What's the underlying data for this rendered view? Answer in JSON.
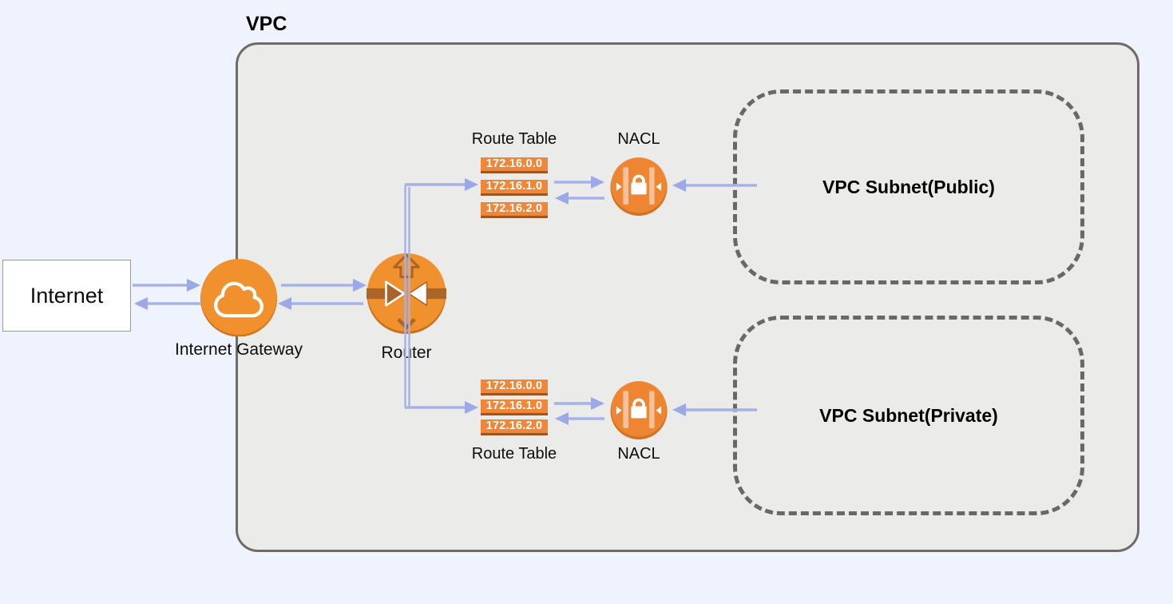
{
  "diagram": {
    "title": "VPC",
    "internet": {
      "label": "Internet"
    },
    "internet_gateway": {
      "label": "Internet Gateway",
      "icon": "cloud-icon"
    },
    "router": {
      "label": "Router",
      "icon": "router-arrows-icon"
    },
    "route_table_top": {
      "title": "Route Table",
      "entries": [
        "172.16.0.0",
        "172.16.1.0",
        "172.16.2.0"
      ]
    },
    "route_table_bottom": {
      "title": "Route Table",
      "entries": [
        "172.16.0.0",
        "172.16.1.0",
        "172.16.2.0"
      ]
    },
    "nacl_top": {
      "label": "NACL",
      "icon": "nacl-lock-icon"
    },
    "nacl_bottom": {
      "label": "NACL",
      "icon": "nacl-lock-icon"
    },
    "subnet_public": {
      "label": "VPC Subnet(Public)"
    },
    "subnet_private": {
      "label": "VPC Subnet(Private)"
    },
    "colors": {
      "background": "#EFF3FD",
      "vpc_fill": "#EBEBEA",
      "vpc_border": "#6F6B68",
      "subnet_dash": "#686868",
      "aws_orange": "#F0912D",
      "icon_detail_brown": "#A9652A",
      "route_row_fill": "#EF8638",
      "route_row_border": "#A0551E",
      "arrow_line": "#A6B1EA",
      "arrow_head": "#9BA9E7"
    }
  }
}
